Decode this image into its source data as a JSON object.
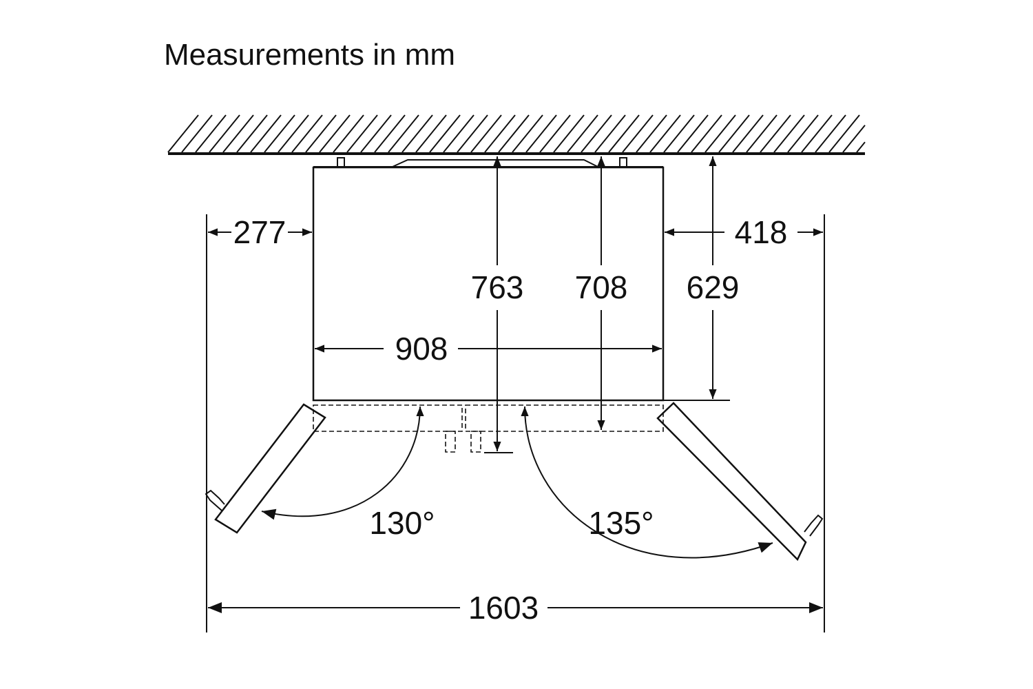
{
  "title": "Measurements in mm",
  "dimensions": {
    "left_clearance": "277",
    "right_clearance": "418",
    "depth_with_handles": "763",
    "depth_with_doors": "708",
    "body_depth": "629",
    "body_width": "908",
    "total_width_doors_open": "1603",
    "left_door_angle": "130°",
    "right_door_angle": "135°"
  },
  "colors": {
    "line": "#111111",
    "background": "#ffffff"
  }
}
